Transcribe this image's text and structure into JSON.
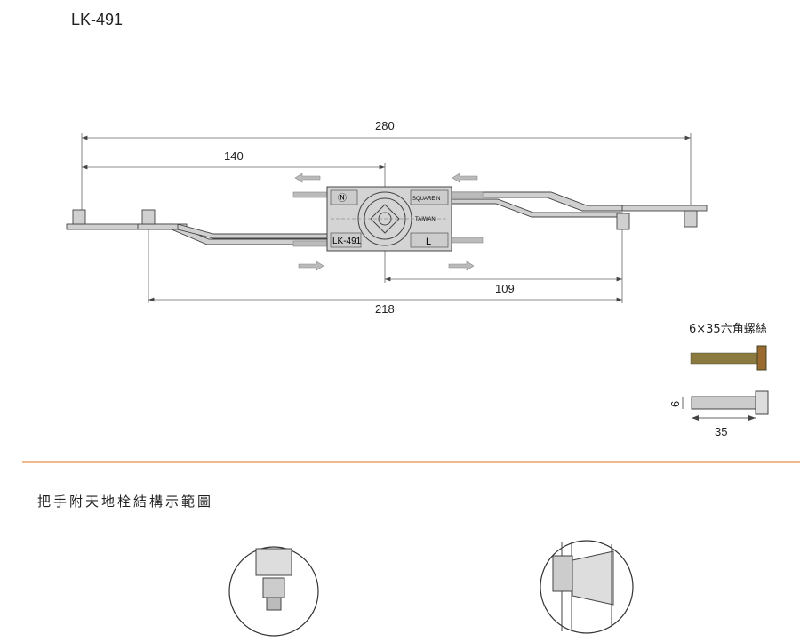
{
  "title": "LK-491",
  "dimensions": {
    "d280": "280",
    "d140": "140",
    "d109": "109",
    "d218": "218"
  },
  "body": {
    "brand": "Ⓝ",
    "square": "SQUARE N",
    "taiwan": "TAIWAN",
    "model": "LK-491",
    "side": "L"
  },
  "bolt": {
    "label": "6×35六角螺絲",
    "dia": "6",
    "len": "35"
  },
  "section": {
    "heading": "把手附天地栓結構示範圖"
  },
  "colors": {
    "divider": "#f2b98a",
    "part": "#c8c8c8",
    "outline": "#444444"
  }
}
